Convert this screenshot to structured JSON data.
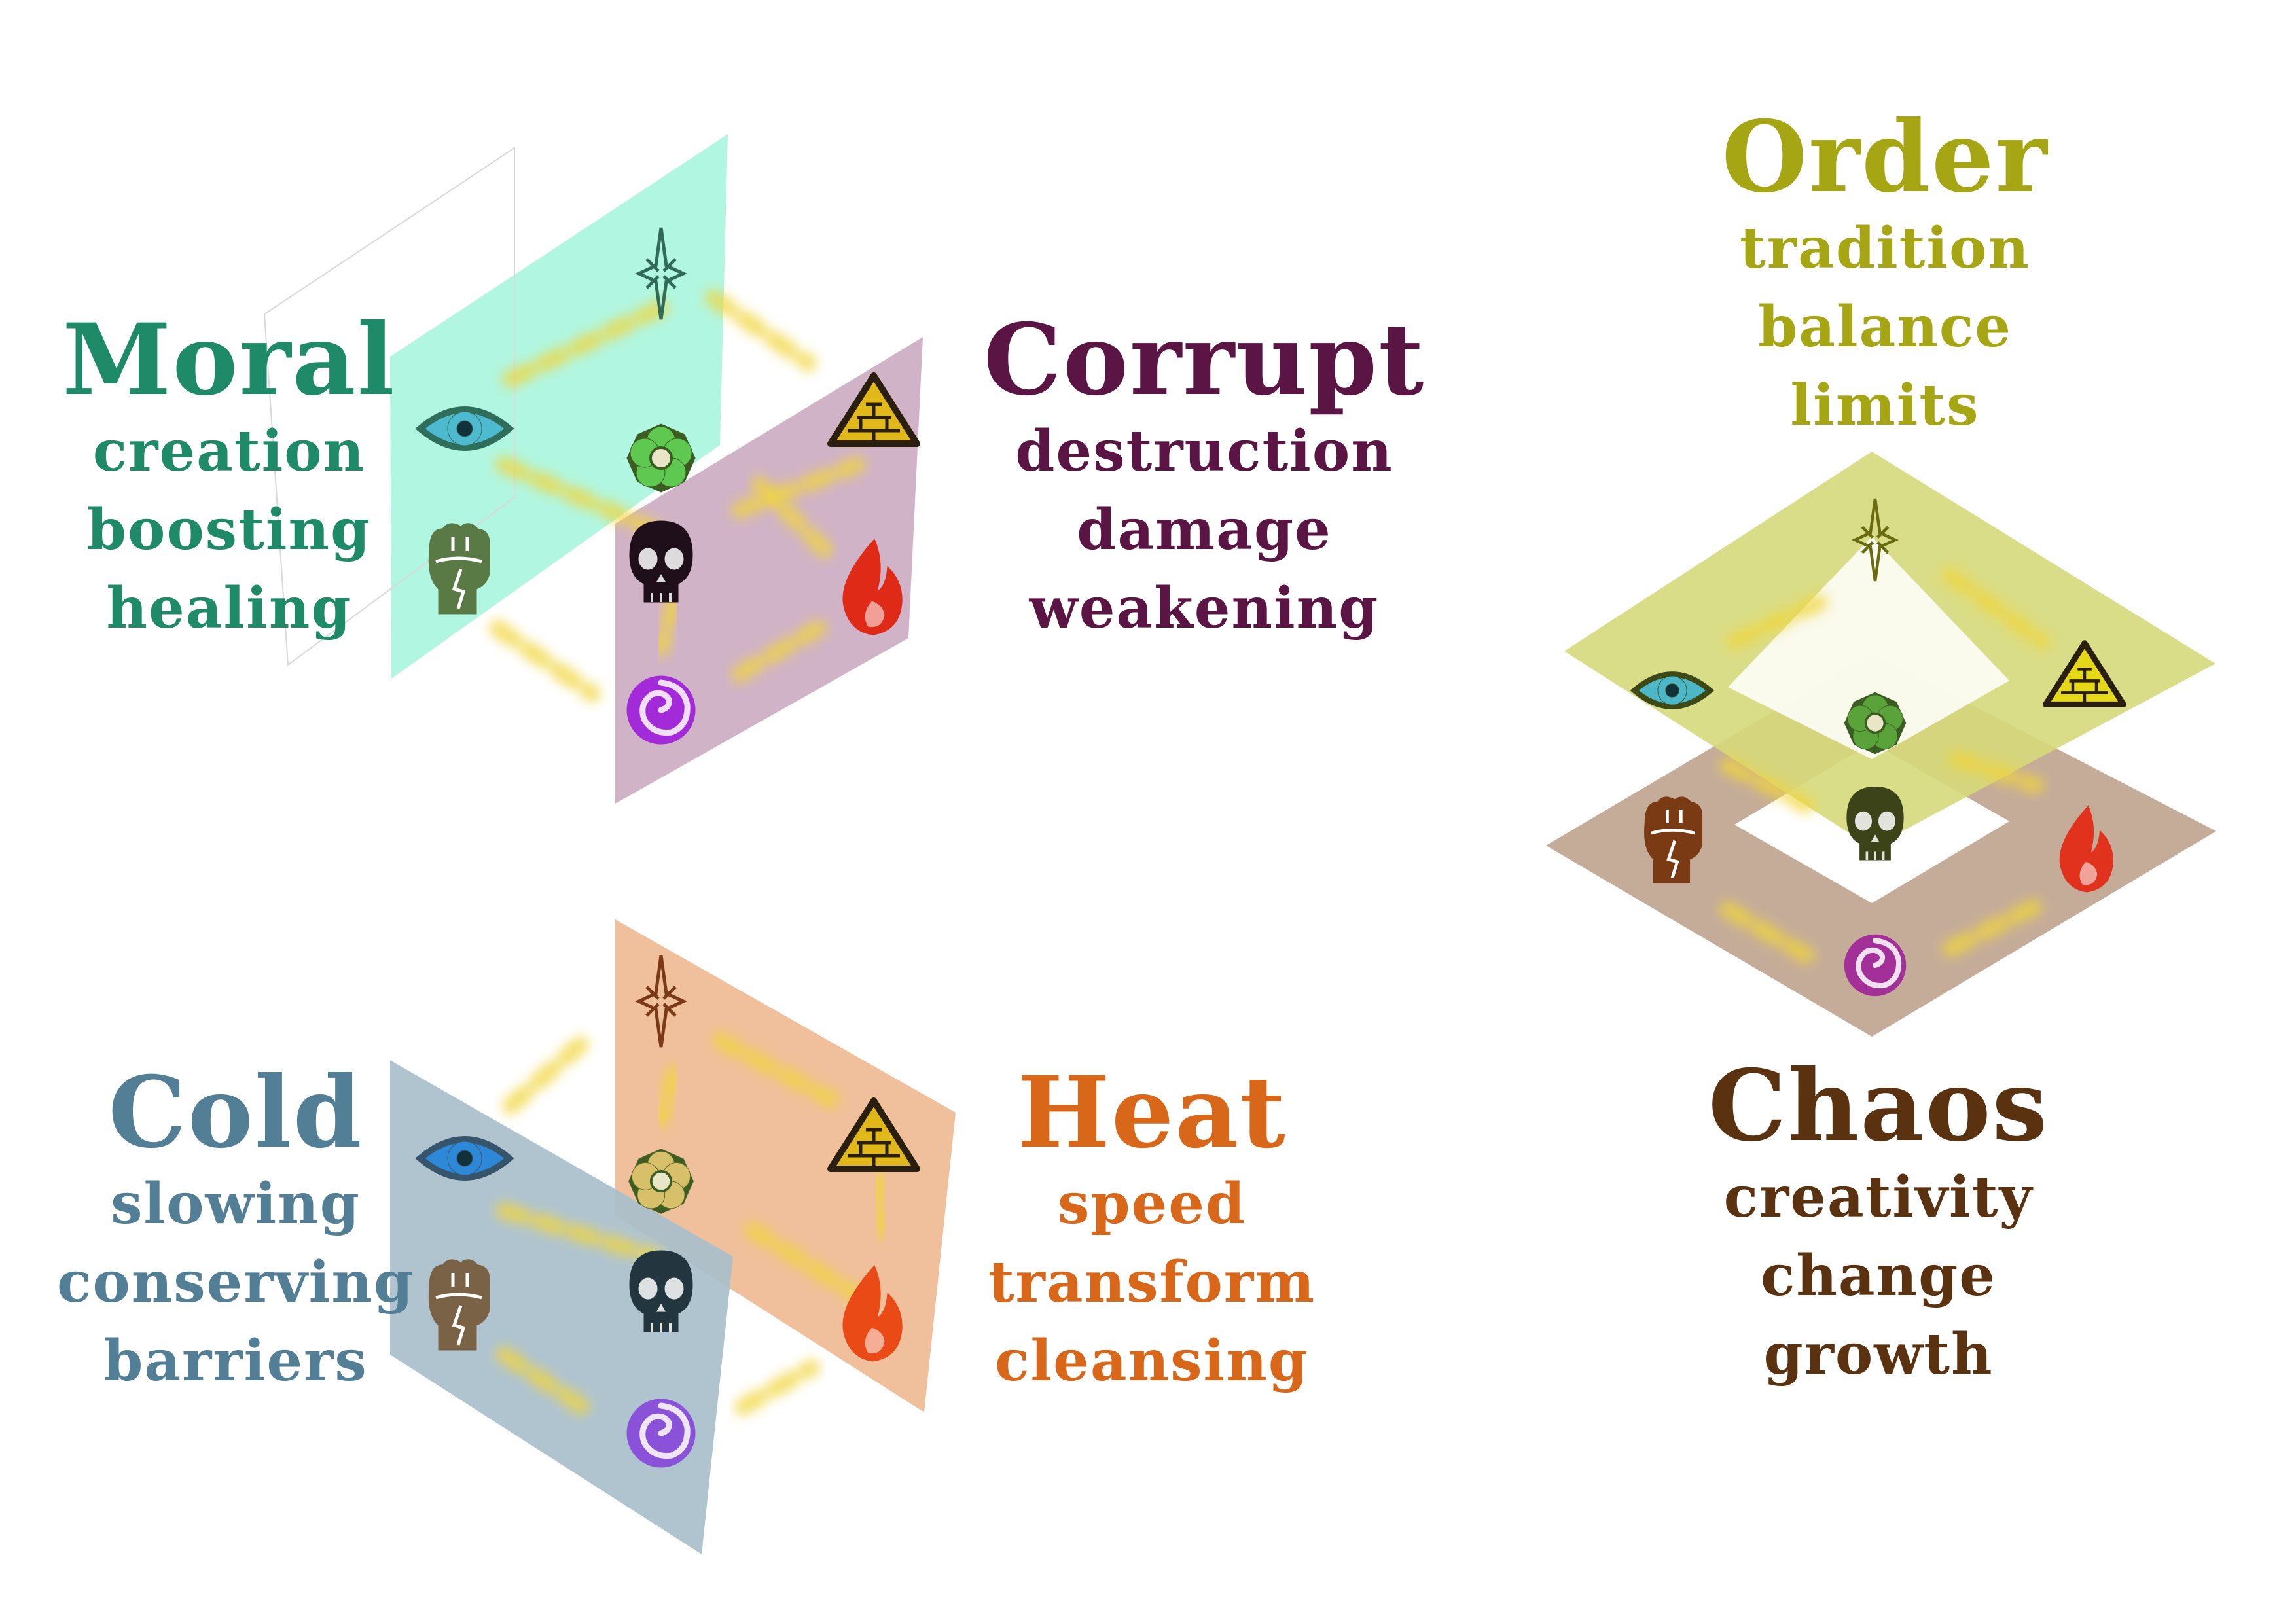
{
  "colors": {
    "moral": "#1f8a68",
    "corrupt": "#5a1544",
    "order": "#a6a614",
    "cold": "#527e96",
    "heat": "#d8671a",
    "chaos": "#5a3210",
    "moral_plane": "#a6f5dc",
    "corrupt_plane": "#c9a9be",
    "cold_plane": "#a9bfcc",
    "heat_plane": "#efbb94",
    "order_plane": "#d6d97a",
    "chaos_plane": "#c2a894",
    "glow": "#f1d53a"
  },
  "labels": {
    "moral": {
      "title": "Moral",
      "lines": [
        "creation",
        "boosting",
        "healing"
      ]
    },
    "corrupt": {
      "title": "Corrupt",
      "lines": [
        "destruction",
        "damage",
        "weakening"
      ]
    },
    "order": {
      "title": "Order",
      "lines": [
        "tradition",
        "balance",
        "limits"
      ]
    },
    "cold": {
      "title": "Cold",
      "lines": [
        "slowing",
        "conserving",
        "barriers"
      ]
    },
    "heat": {
      "title": "Heat",
      "lines": [
        "speed",
        "transform",
        "cleansing"
      ]
    },
    "chaos": {
      "title": "Chaos",
      "lines": [
        "creativity",
        "change",
        "growth"
      ]
    }
  },
  "icons": [
    "star-icon",
    "eye-icon",
    "rose-icon",
    "pyramid-icon",
    "fist-icon",
    "skull-icon",
    "flame-icon",
    "spiral-icon"
  ]
}
